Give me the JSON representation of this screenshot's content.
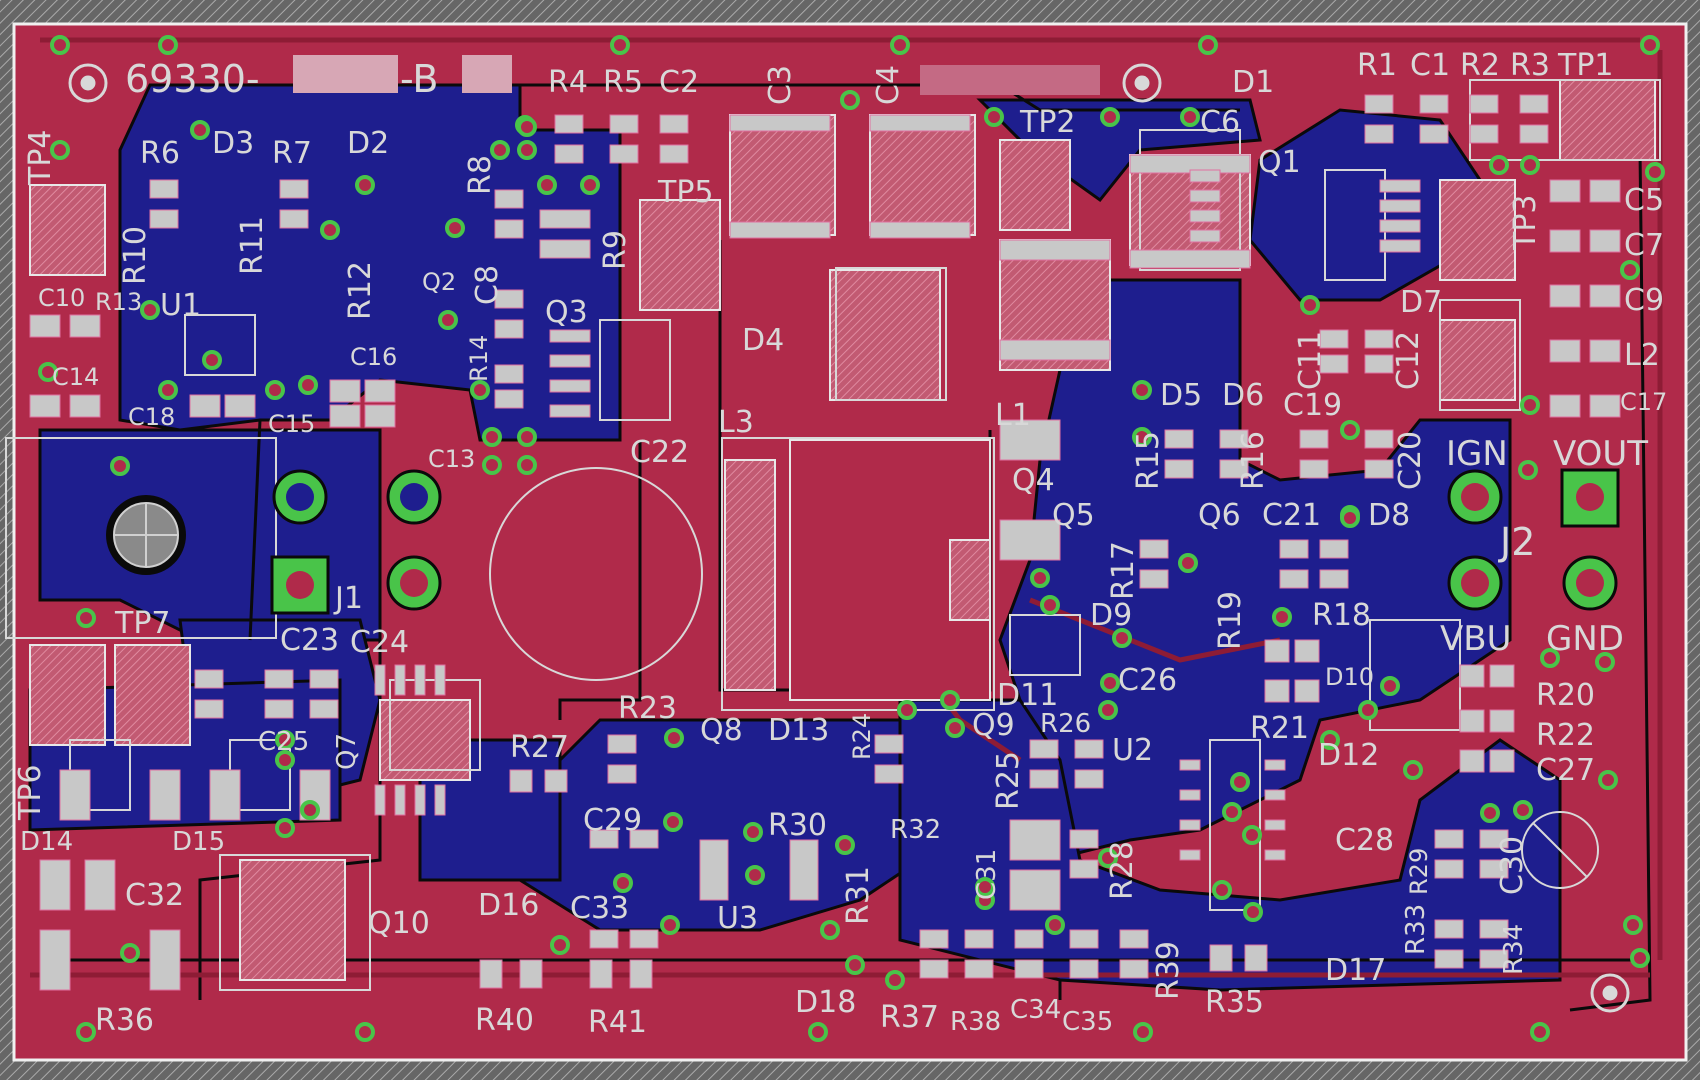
{
  "board": {
    "part_number": "69330-",
    "part_suffix": "-B",
    "colors": {
      "top_copper": "#b02a4a",
      "bottom_copper": "#1e1e8e",
      "silkscreen": "#d8d8d8",
      "pad": "#c8c8c8",
      "via_ring": "#49c449",
      "via_hole": "#b02a4a",
      "outline": "#ffffff"
    }
  },
  "labels": {
    "tp4": "TP4",
    "r6": "R6",
    "d3": "D3",
    "r7": "R7",
    "d2": "D2",
    "r4": "R4",
    "r5": "R5",
    "c2": "C2",
    "c3": "C3",
    "c4": "C4",
    "d1": "D1",
    "r1": "R1",
    "c1": "C1",
    "r2": "R2",
    "r3": "R3",
    "tp1": "TP1",
    "tp2": "TP2",
    "c6": "C6",
    "q1": "Q1",
    "tp5": "TP5",
    "r8": "R8",
    "r9": "R9",
    "r10": "R10",
    "r11": "R11",
    "r12": "R12",
    "q2": "Q2",
    "c8": "C8",
    "q3": "Q3",
    "tp3": "TP3",
    "c5": "C5",
    "c7": "C7",
    "c9": "C9",
    "d7": "D7",
    "c12": "C12",
    "c10": "C10",
    "r13": "R13",
    "u1": "U1",
    "c14": "C14",
    "c16": "C16",
    "r14": "R14",
    "d4": "D4",
    "l1": "L1",
    "d5": "D5",
    "d6": "D6",
    "c11": "C11",
    "l2": "L2",
    "c18": "C18",
    "c15": "C15",
    "c13": "C13",
    "c22": "C22",
    "l3": "L3",
    "c19": "C19",
    "c17": "C17",
    "q4": "Q4",
    "r15": "R15",
    "r16": "R16",
    "c20": "C20",
    "ign": "IGN",
    "vout": "VOUT",
    "q5": "Q5",
    "q6": "Q6",
    "c21": "C21",
    "d8": "D8",
    "j2": "J2",
    "tp7": "TP7",
    "j1": "J1",
    "r17": "R17",
    "r19": "R19",
    "r18": "R18",
    "vbu": "VBU",
    "gnd": "GND",
    "c23": "C23",
    "c24": "C24",
    "d9": "D9",
    "d10": "D10",
    "r20": "R20",
    "d11": "D11",
    "c26": "C26",
    "r22": "R22",
    "r23": "R23",
    "r24": "R24",
    "q9": "Q9",
    "r26": "R26",
    "r21": "R21",
    "c27": "C27",
    "c25": "C25",
    "r27": "R27",
    "q8": "Q8",
    "d13": "D13",
    "u2": "U2",
    "d12": "D12",
    "tp6": "TP6",
    "q7": "Q7",
    "r25": "R25",
    "d14": "D14",
    "d15": "D15",
    "c29": "C29",
    "r30": "R30",
    "r32": "R32",
    "c28": "C28",
    "r29": "R29",
    "c30": "C30",
    "r28": "R28",
    "c32": "C32",
    "d16": "D16",
    "c33": "C33",
    "r31": "R31",
    "c31": "C31",
    "q10": "Q10",
    "u3": "U3",
    "r33": "R33",
    "r34": "R34",
    "r39": "R39",
    "r36": "R36",
    "d17": "D17",
    "d18": "D18",
    "r40": "R40",
    "r41": "R41",
    "r37": "R37",
    "r38": "R38",
    "c34": "C34",
    "c35": "C35",
    "r35": "R35"
  }
}
